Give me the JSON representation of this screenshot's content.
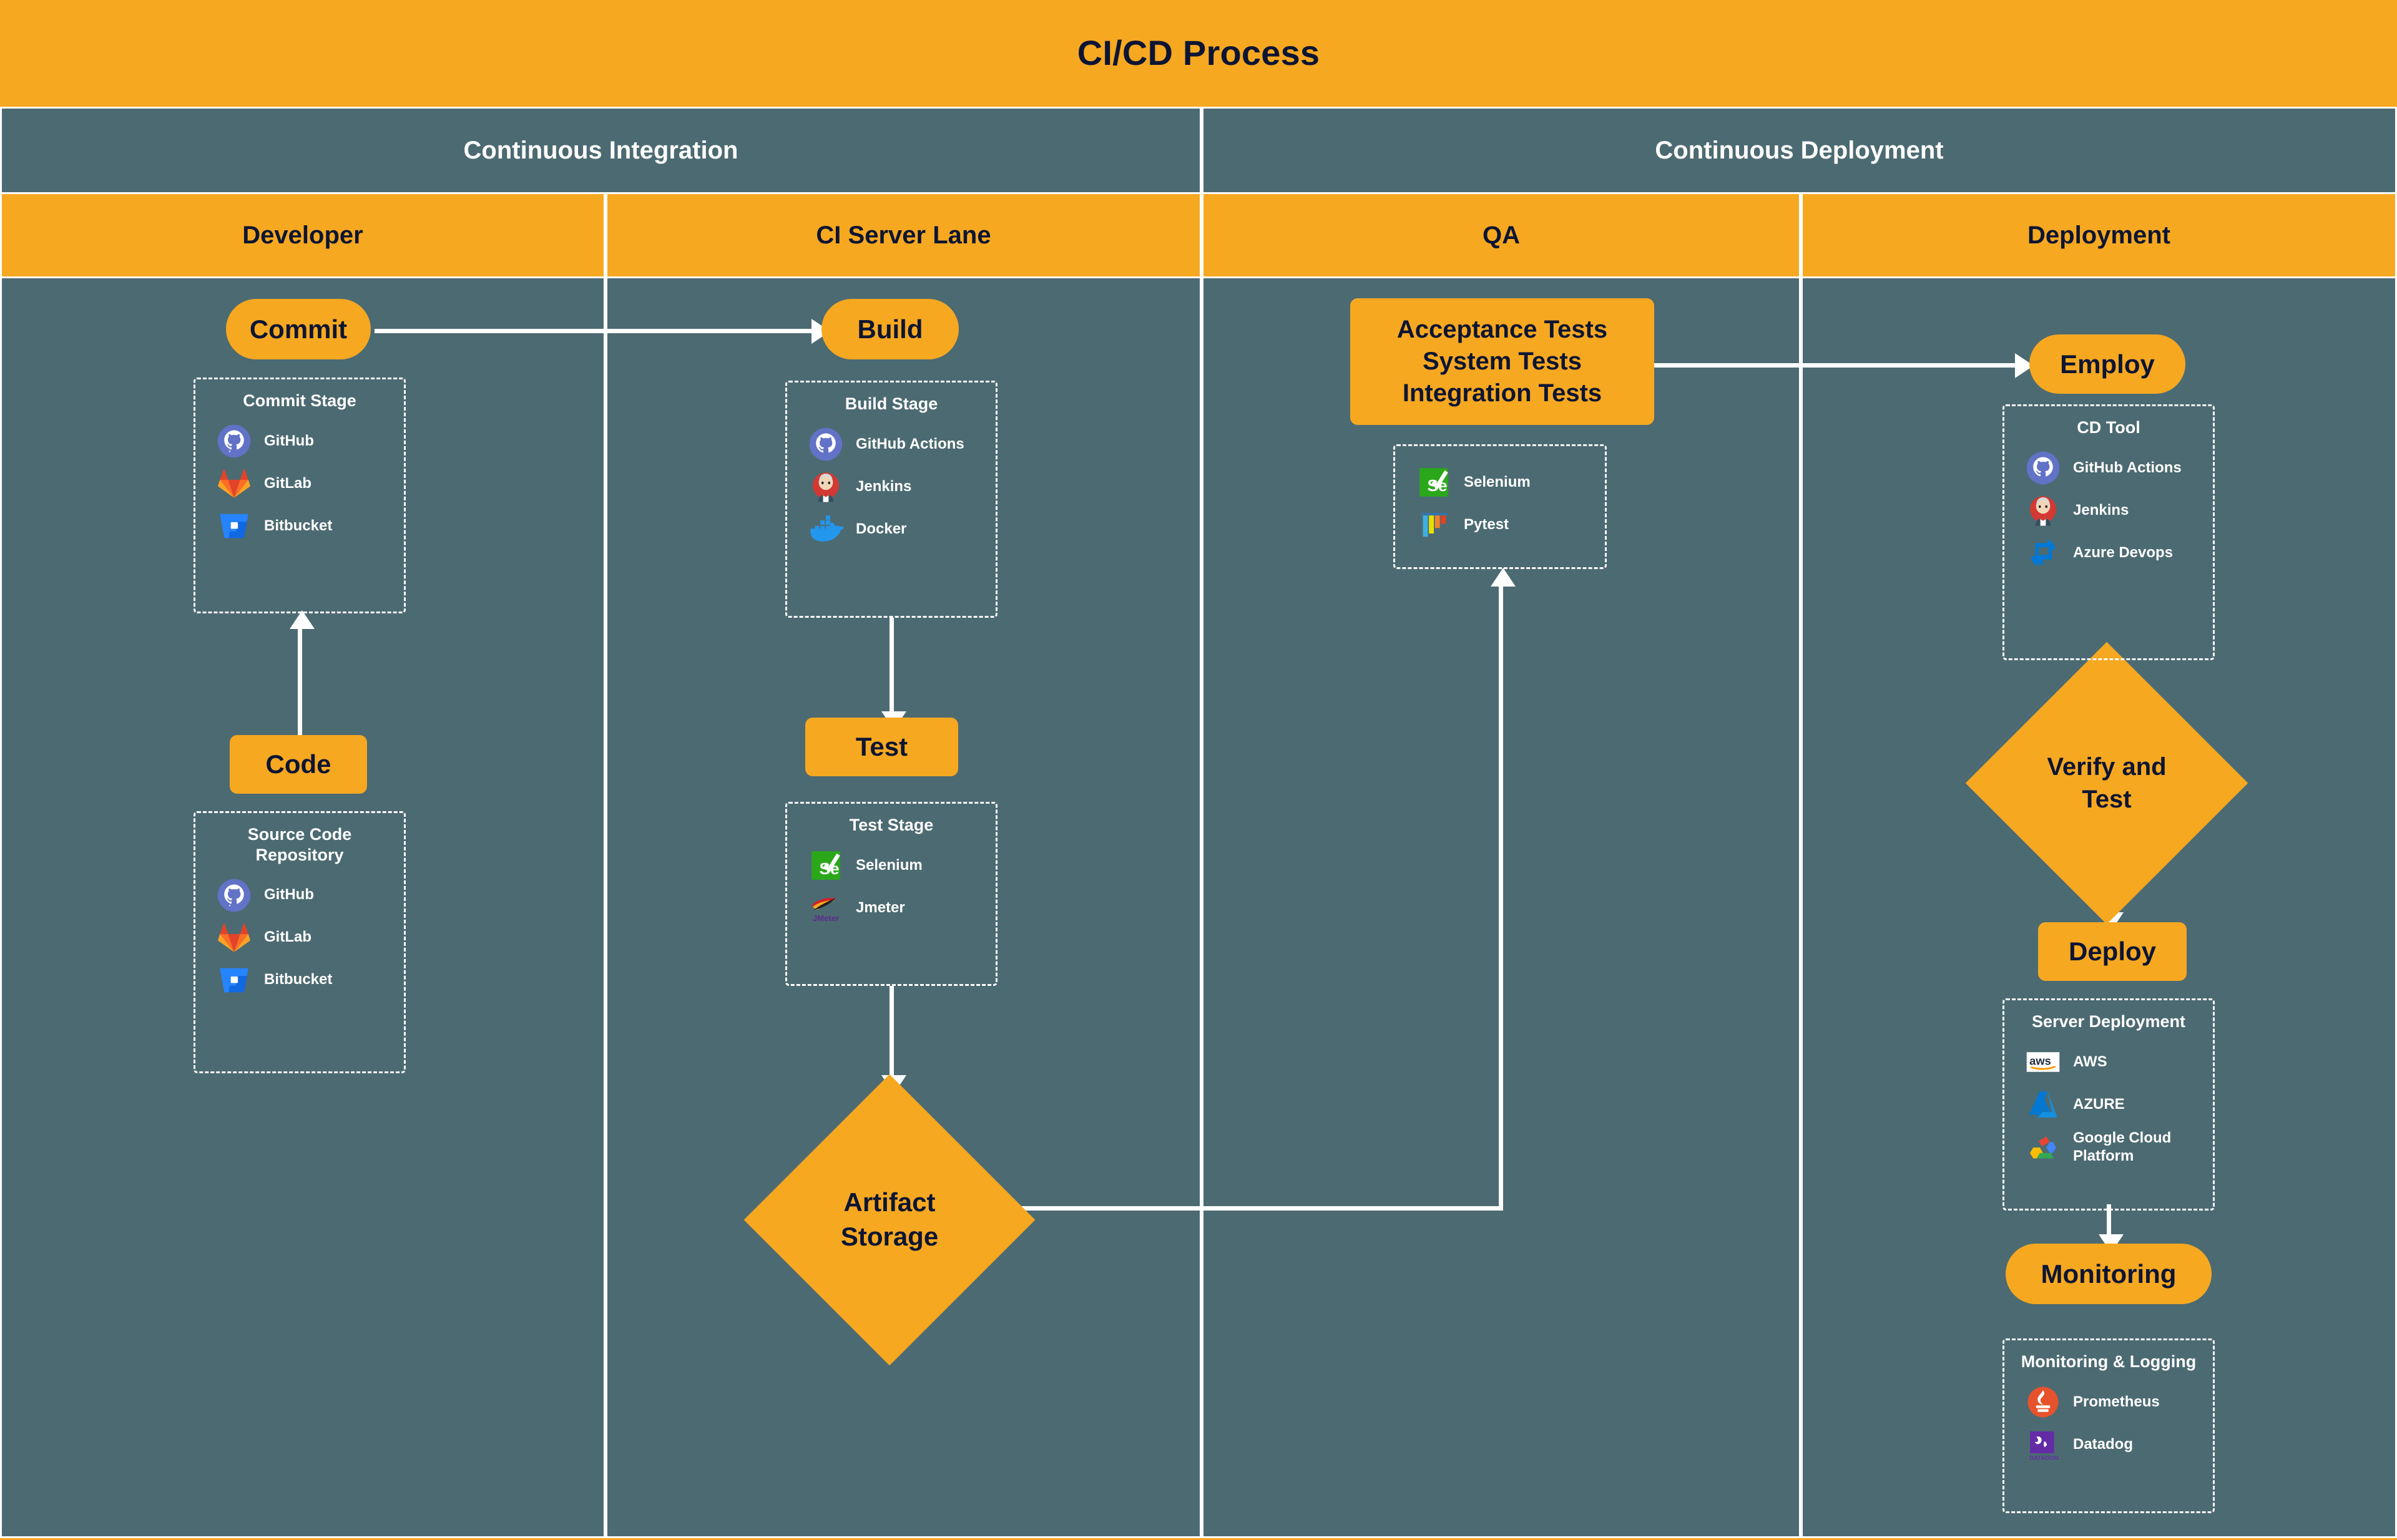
{
  "title": "CI/CD Process",
  "phases": [
    {
      "label": "Continuous Integration"
    },
    {
      "label": "Continuous Deployment"
    }
  ],
  "lanes": [
    {
      "label": "Developer"
    },
    {
      "label": "CI Server Lane"
    },
    {
      "label": "QA"
    },
    {
      "label": "Deployment"
    }
  ],
  "nodes": {
    "commit": "Commit",
    "code": "Code",
    "build": "Build",
    "test": "Test",
    "artifact_storage": "Artifact\nStorage",
    "qa_tests": "Acceptance Tests\nSystem Tests\nIntegration Tests",
    "employ": "Employ",
    "verify_and_test": "Verify and\nTest",
    "deploy": "Deploy",
    "monitoring": "Monitoring"
  },
  "groups": {
    "commit_stage": {
      "title": "Commit Stage",
      "tools": [
        {
          "name": "GitHub",
          "icon": "github-icon"
        },
        {
          "name": "GitLab",
          "icon": "gitlab-icon"
        },
        {
          "name": "Bitbucket",
          "icon": "bitbucket-icon"
        }
      ]
    },
    "source_code_repository": {
      "title": "Source Code\nRepository",
      "tools": [
        {
          "name": "GitHub",
          "icon": "github-icon"
        },
        {
          "name": "GitLab",
          "icon": "gitlab-icon"
        },
        {
          "name": "Bitbucket",
          "icon": "bitbucket-icon"
        }
      ]
    },
    "build_stage": {
      "title": "Build Stage",
      "tools": [
        {
          "name": "GitHub Actions",
          "icon": "github-icon"
        },
        {
          "name": "Jenkins",
          "icon": "jenkins-icon"
        },
        {
          "name": "Docker",
          "icon": "docker-icon"
        }
      ]
    },
    "test_stage": {
      "title": "Test Stage",
      "tools": [
        {
          "name": "Selenium",
          "icon": "selenium-icon"
        },
        {
          "name": "Jmeter",
          "icon": "jmeter-icon"
        }
      ]
    },
    "qa_tools": {
      "title": "",
      "tools": [
        {
          "name": "Selenium",
          "icon": "selenium-icon"
        },
        {
          "name": "Pytest",
          "icon": "pytest-icon"
        }
      ]
    },
    "cd_tool": {
      "title": "CD Tool",
      "tools": [
        {
          "name": "GitHub Actions",
          "icon": "github-icon"
        },
        {
          "name": "Jenkins",
          "icon": "jenkins-icon"
        },
        {
          "name": "Azure Devops",
          "icon": "azure-devops-icon"
        }
      ]
    },
    "server_deployment": {
      "title": "Server Deployment",
      "tools": [
        {
          "name": "AWS",
          "icon": "aws-icon"
        },
        {
          "name": "AZURE",
          "icon": "azure-icon"
        },
        {
          "name": "Google Cloud\nPlatform",
          "icon": "gcp-icon"
        }
      ]
    },
    "monitoring_logging": {
      "title": "Monitoring & Logging",
      "tools": [
        {
          "name": "Prometheus",
          "icon": "prometheus-icon"
        },
        {
          "name": "Datadog",
          "icon": "datadog-icon"
        }
      ]
    }
  },
  "colors": {
    "accent": "#f6a821",
    "lane_background": "#4c6a72",
    "text_dark": "#0d1533",
    "text_light": "#ffffff"
  }
}
